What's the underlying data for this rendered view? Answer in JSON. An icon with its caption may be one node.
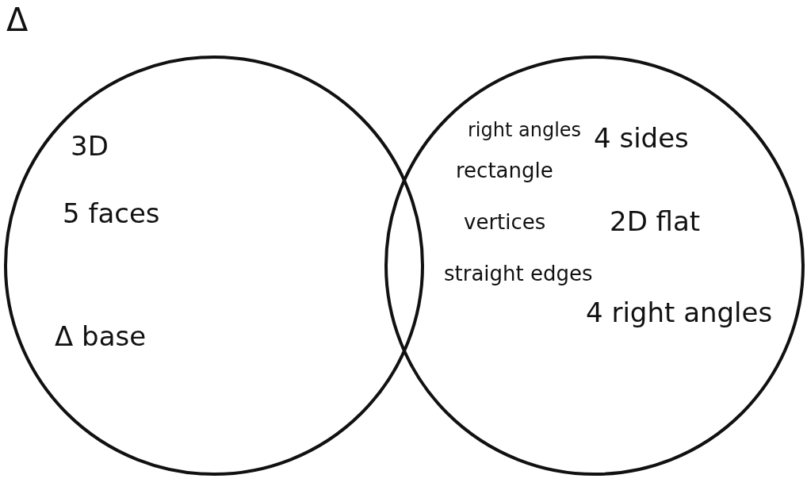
{
  "diagram": {
    "nodes": [
      {
        "text": [
          "3D",
          "5 faces",
          "Δ base"
        ]
      },
      {
        "text": [
          "4 sides",
          "2D flat",
          "4 right angles"
        ]
      }
    ],
    "labels": [
      "Δ",
      "right angles",
      "rectangle",
      "vertices",
      "straight edges"
    ]
  }
}
